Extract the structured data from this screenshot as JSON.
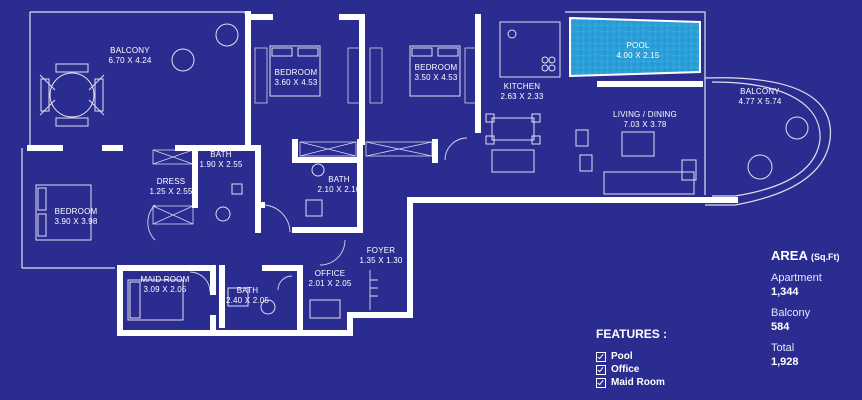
{
  "rooms": {
    "balcony_nw": {
      "name": "BALCONY",
      "size": "6.70 X 4.24"
    },
    "bedroom_2": {
      "name": "BEDROOM",
      "size": "3.60 X 4.53"
    },
    "bedroom_3": {
      "name": "BEDROOM",
      "size": "3.50 X 4.53"
    },
    "kitchen": {
      "name": "KITCHEN",
      "size": "2.63 X 2.33"
    },
    "pool": {
      "name": "POOL",
      "size": "4.00 X 2.15"
    },
    "balcony_e": {
      "name": "BALCONY",
      "size": "4.77 X 5.74"
    },
    "living": {
      "name": "LIVING / DINING",
      "size": "7.03 X 3.78"
    },
    "bath_1": {
      "name": "BATH",
      "size": "1.90 X 2.55"
    },
    "dress": {
      "name": "DRESS",
      "size": "1.25 X 2.55"
    },
    "bath_2": {
      "name": "BATH",
      "size": "2.10 X 2.10"
    },
    "bedroom_1": {
      "name": "BEDROOM",
      "size": "3.90 X 3.98"
    },
    "foyer": {
      "name": "FOYER",
      "size": "1.35 X 1.30"
    },
    "office": {
      "name": "OFFICE",
      "size": "2.01 X 2.05"
    },
    "maid_room": {
      "name": "MAID ROOM",
      "size": "3.09 X 2.05"
    },
    "bath_3": {
      "name": "BATH",
      "size": "2.40 X 2.05"
    }
  },
  "features": {
    "title": "FEATURES :",
    "items": [
      "Pool",
      "Office",
      "Maid Room"
    ]
  },
  "area": {
    "title": "AREA",
    "unit": "(Sq.Ft)",
    "rows": [
      {
        "label": "Apartment",
        "value": "1,344"
      },
      {
        "label": "Balcony",
        "value": "584"
      },
      {
        "label": "Total",
        "value": "1,928"
      }
    ]
  },
  "colors": {
    "background": "#2b2c90",
    "wall": "#ffffff",
    "pool_water": "#2a9fd8"
  }
}
